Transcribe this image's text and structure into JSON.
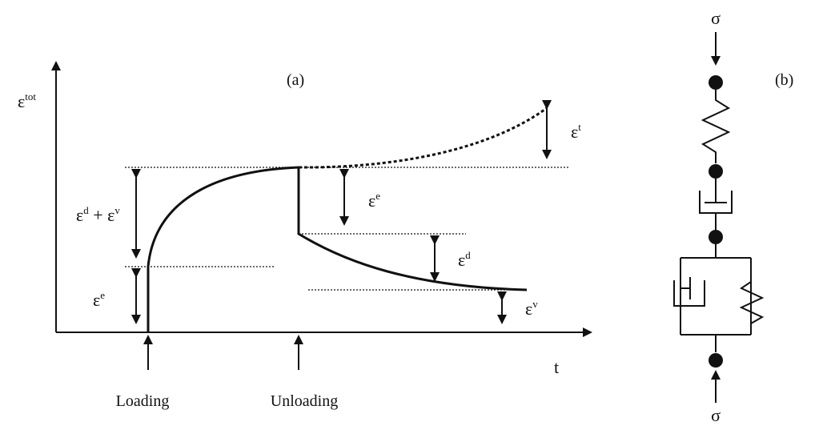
{
  "panel_a": {
    "label": "(a)",
    "y_axis": {
      "symbol": "ε",
      "sup": "tot"
    },
    "x_axis": {
      "label": "t"
    },
    "annotations": {
      "eps_e_left": {
        "symbol": "ε",
        "sup": "e"
      },
      "eps_d_plus_v": {
        "symbol": "ε",
        "sup1": "d",
        "plus": " + ε",
        "sup2": "v"
      },
      "eps_e_right": {
        "symbol": "ε",
        "sup": "e"
      },
      "eps_d": {
        "symbol": "ε",
        "sup": "d"
      },
      "eps_v": {
        "symbol": "ε",
        "sup": "v"
      },
      "eps_t": {
        "symbol": "ε",
        "sup": "t"
      }
    },
    "events": {
      "loading": "Loading",
      "unloading": "Unloading"
    }
  },
  "panel_b": {
    "label": "(b)",
    "stress_top": "σ",
    "stress_bottom": "σ"
  }
}
